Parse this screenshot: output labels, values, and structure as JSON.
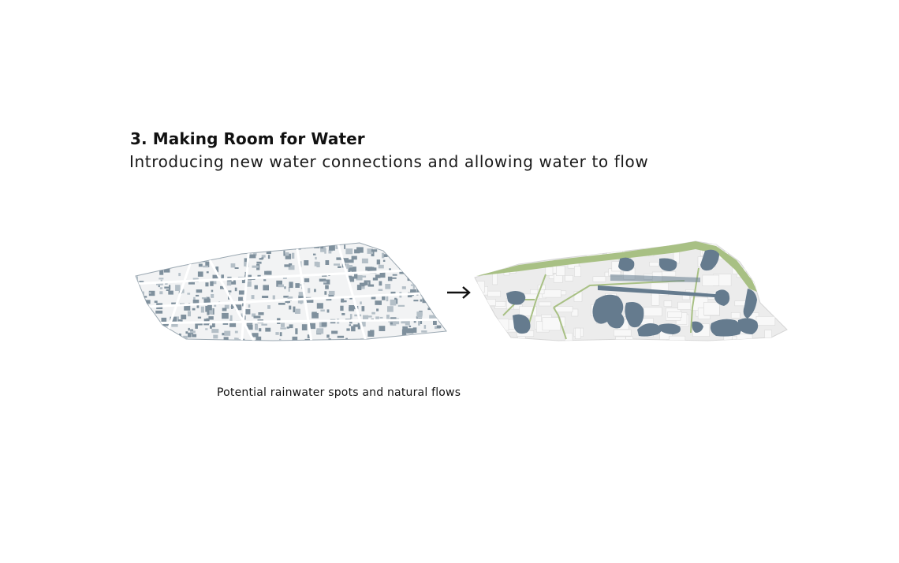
{
  "header": {
    "title": "3. Making Room for Water",
    "subtitle": "Introducing new water connections and allowing water to flow"
  },
  "figure": {
    "caption": "Potential rainwater spots and natural flows",
    "before_map_icon": "dense-urban-fabric-map",
    "after_map_icon": "water-network-map",
    "arrow_icon": "right-arrow-icon"
  },
  "colors": {
    "building_fill": "#7f909d",
    "ground_fill": "#ececec",
    "water_fill": "#657b8e",
    "green_corridor": "#a8c084",
    "text": "#111111"
  }
}
